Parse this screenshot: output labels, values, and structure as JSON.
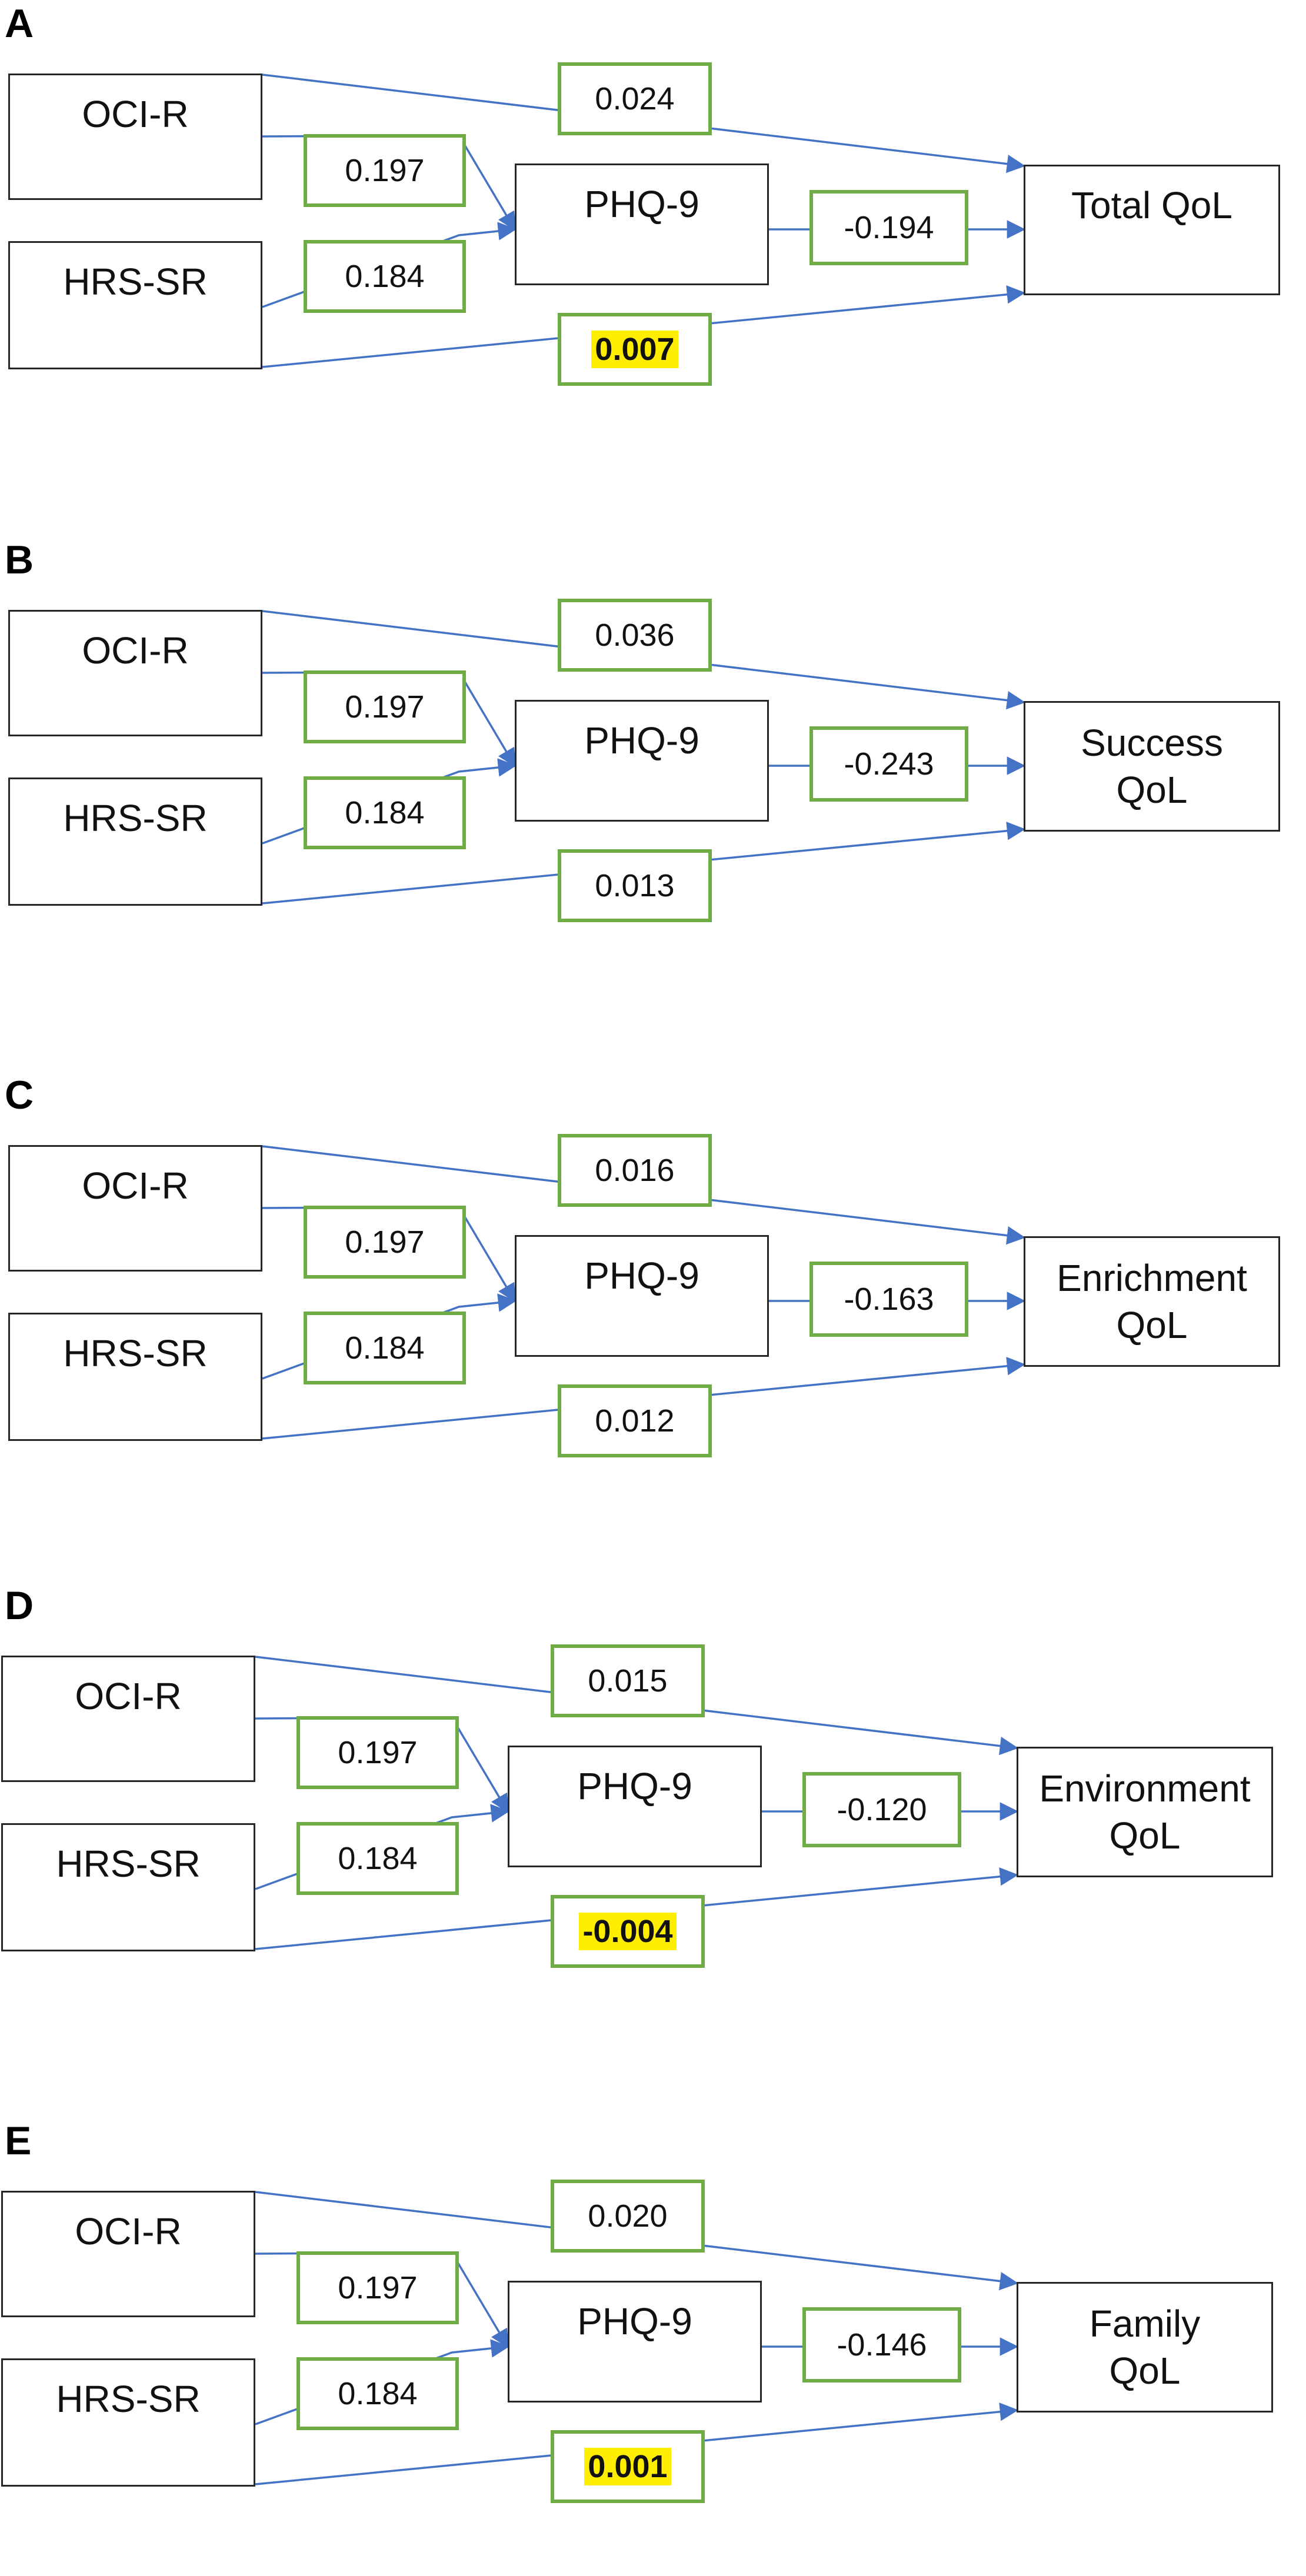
{
  "panels": [
    {
      "label": "A",
      "predictor_1": "OCI-R",
      "predictor_2": "HRS-SR",
      "mediator": "PHQ-9",
      "outcome": "Total QoL",
      "coef_ocir_to_outcome": "0.024",
      "coef_ocir_to_mediator": "0.197",
      "coef_hrssr_to_mediator": "0.184",
      "coef_mediator_to_outcome": "-0.194",
      "coef_hrssr_to_outcome": "0.007",
      "hrssr_to_outcome_highlighted": true
    },
    {
      "label": "B",
      "predictor_1": "OCI-R",
      "predictor_2": "HRS-SR",
      "mediator": "PHQ-9",
      "outcome": "Success\nQoL",
      "coef_ocir_to_outcome": "0.036",
      "coef_ocir_to_mediator": "0.197",
      "coef_hrssr_to_mediator": "0.184",
      "coef_mediator_to_outcome": "-0.243",
      "coef_hrssr_to_outcome": "0.013",
      "hrssr_to_outcome_highlighted": false
    },
    {
      "label": "C",
      "predictor_1": "OCI-R",
      "predictor_2": "HRS-SR",
      "mediator": "PHQ-9",
      "outcome": "Enrichment\nQoL",
      "coef_ocir_to_outcome": "0.016",
      "coef_ocir_to_mediator": "0.197",
      "coef_hrssr_to_mediator": "0.184",
      "coef_mediator_to_outcome": "-0.163",
      "coef_hrssr_to_outcome": "0.012",
      "hrssr_to_outcome_highlighted": false
    },
    {
      "label": "D",
      "predictor_1": "OCI-R",
      "predictor_2": "HRS-SR",
      "mediator": "PHQ-9",
      "outcome": "Environment\nQoL",
      "coef_ocir_to_outcome": "0.015",
      "coef_ocir_to_mediator": "0.197",
      "coef_hrssr_to_mediator": "0.184",
      "coef_mediator_to_outcome": "-0.120",
      "coef_hrssr_to_outcome": "-0.004",
      "hrssr_to_outcome_highlighted": true
    },
    {
      "label": "E",
      "predictor_1": "OCI-R",
      "predictor_2": "HRS-SR",
      "mediator": "PHQ-9",
      "outcome": "Family\nQoL",
      "coef_ocir_to_outcome": "0.020",
      "coef_ocir_to_mediator": "0.197",
      "coef_hrssr_to_mediator": "0.184",
      "coef_mediator_to_outcome": "-0.146",
      "coef_hrssr_to_outcome": "0.001",
      "hrssr_to_outcome_highlighted": true
    }
  ],
  "colors": {
    "arrow": "#4472c4",
    "coefficient_border": "#6fac46",
    "highlight": "#ffee00",
    "node_border": "#262626"
  }
}
